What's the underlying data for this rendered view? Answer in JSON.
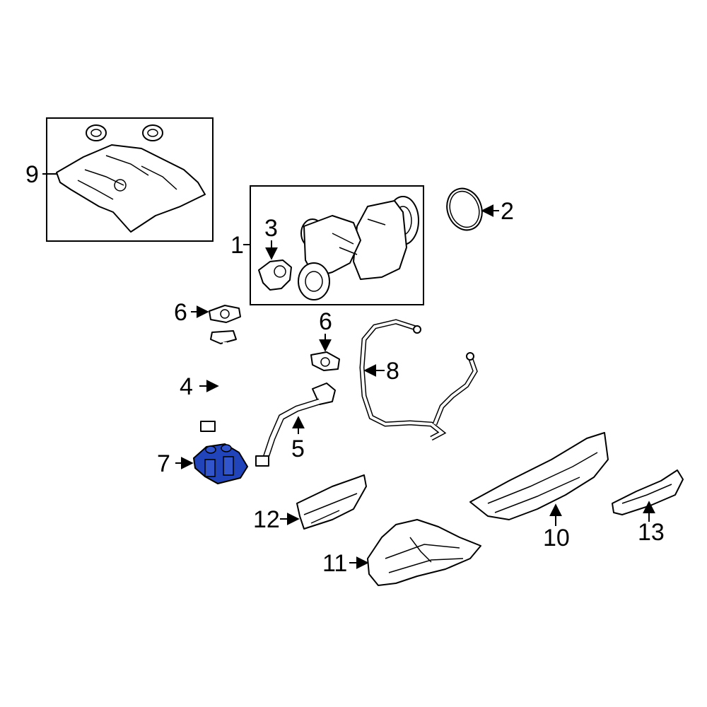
{
  "diagram": {
    "callouts": {
      "c1": "1",
      "c2": "2",
      "c3": "3",
      "c4": "4",
      "c5": "5",
      "c6a": "6",
      "c6b": "6",
      "c7": "7",
      "c8": "8",
      "c9": "9",
      "c10": "10",
      "c11": "11",
      "c12": "12",
      "c13": "13"
    },
    "colors": {
      "highlight": "#2244bb",
      "line": "#000000"
    }
  }
}
